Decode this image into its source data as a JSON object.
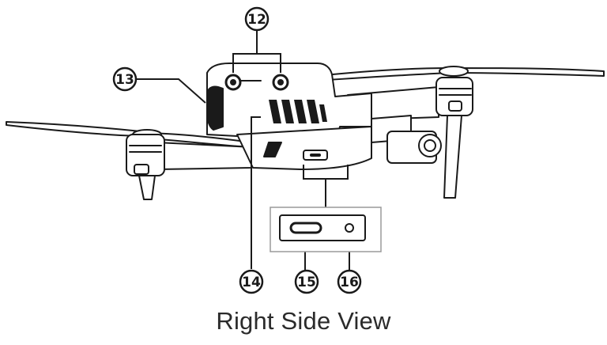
{
  "caption": "Right Side View",
  "callouts": {
    "c12": "12",
    "c13": "13",
    "c14": "14",
    "c15": "15",
    "c16": "16"
  },
  "colors": {
    "line": "#1a1a1a",
    "detail_frame": "#9a9a9a",
    "caption": "#2b2b2b"
  }
}
